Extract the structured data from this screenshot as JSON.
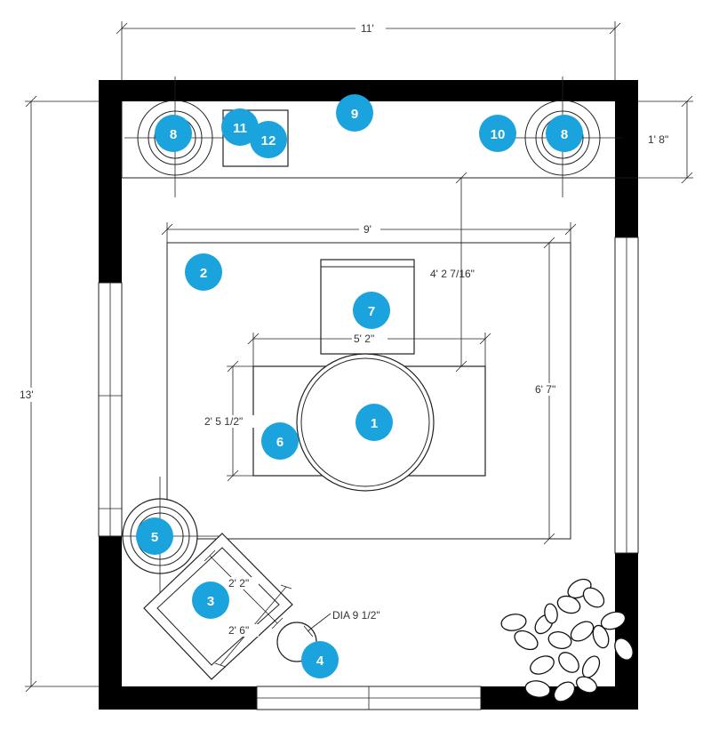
{
  "colors": {
    "badge": "#1aa3dc",
    "wall": "#000000",
    "line": "#222222"
  },
  "dimensions": {
    "room_width": "11'",
    "room_depth": "13'",
    "shelf_depth": "1' 8\"",
    "rug_width": "9'",
    "rug_depth": "6' 7\"",
    "ottoman_gap": "4' 2 7/16\"",
    "table_width": "5' 2\"",
    "table_depth": "2' 5 1/2\"",
    "chair_width": "2' 2\"",
    "chair_depth": "2' 6\"",
    "side_table_dia": "DIA 9 1/2\""
  },
  "badges": [
    "1",
    "2",
    "3",
    "4",
    "5",
    "6",
    "7",
    "8",
    "8",
    "9",
    "10",
    "11",
    "12"
  ]
}
